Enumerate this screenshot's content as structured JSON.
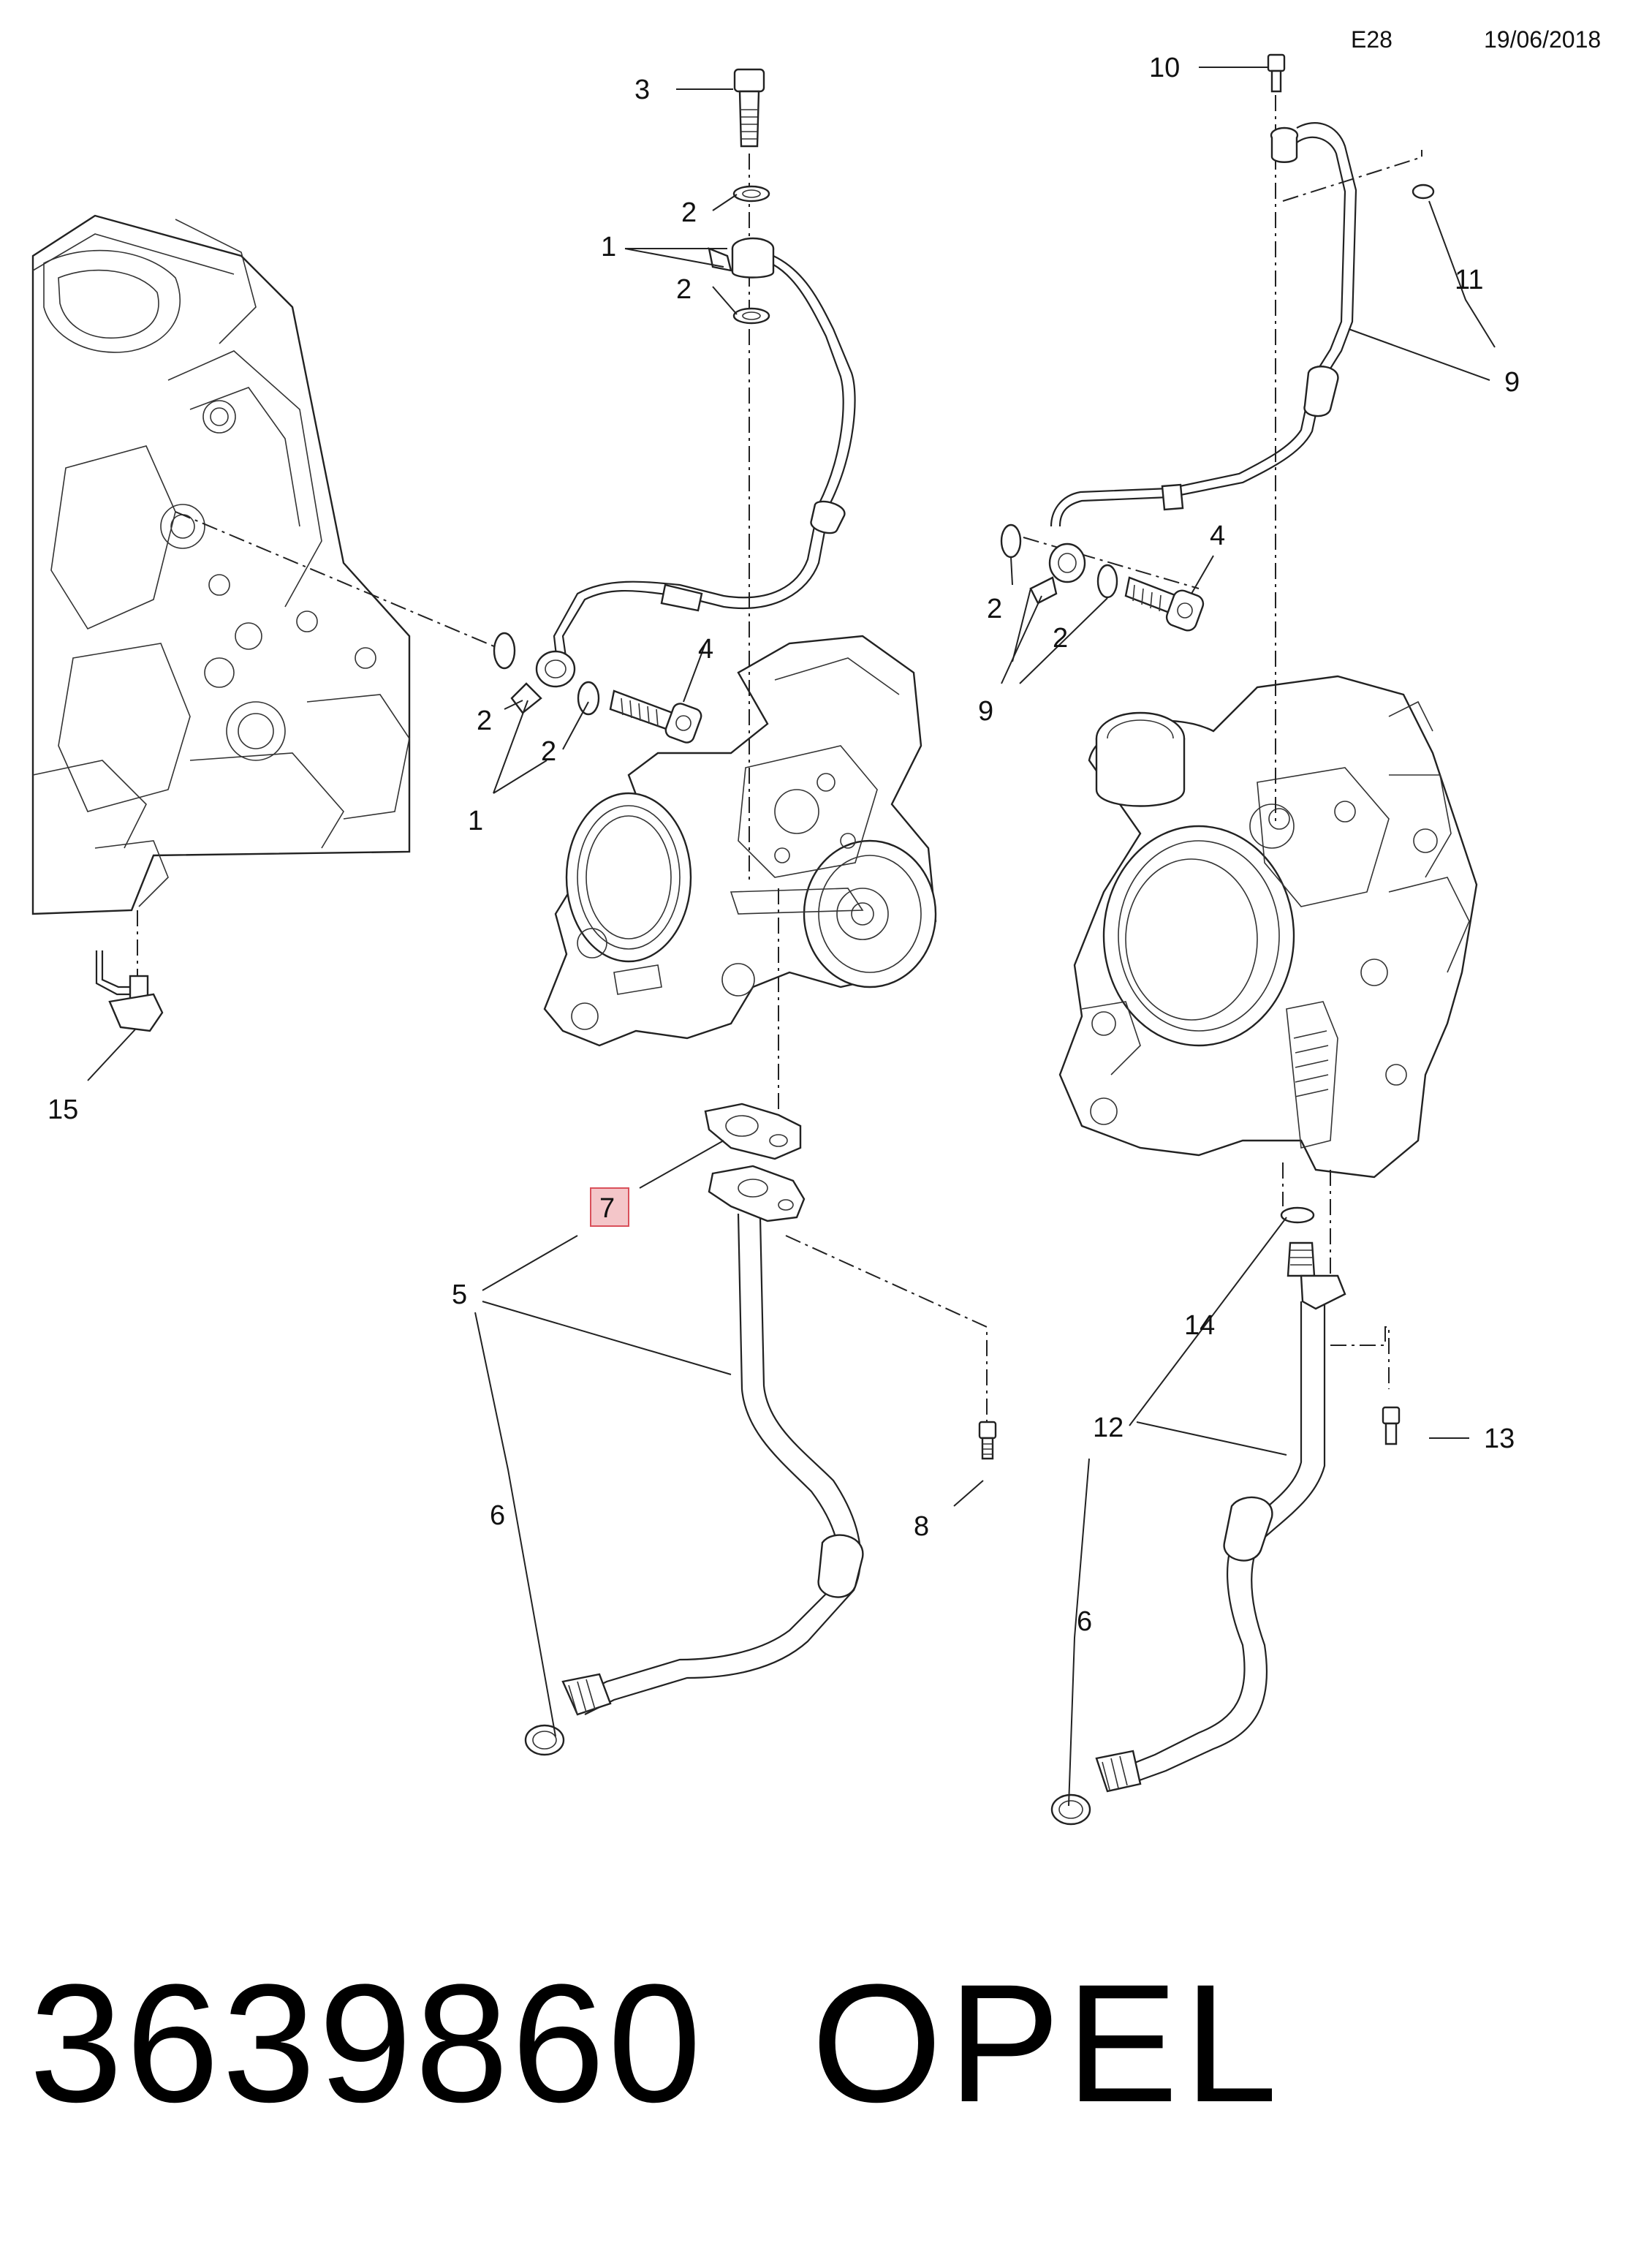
{
  "header": {
    "code": "E28",
    "date": "19/06/2018"
  },
  "callouts": {
    "c1a": "1",
    "c1b": "1",
    "c2a": "2",
    "c2b": "2",
    "c2c": "2",
    "c2d": "2",
    "c2e": "2",
    "c2f": "2",
    "c3": "3",
    "c4a": "4",
    "c4b": "4",
    "c5": "5",
    "c6a": "6",
    "c6b": "6",
    "c7": "7",
    "c8": "8",
    "c9a": "9",
    "c9b": "9",
    "c10": "10",
    "c11": "11",
    "c12": "12",
    "c13": "13",
    "c14": "14",
    "c15": "15"
  },
  "highlight": {
    "color": "#f4c6c9",
    "border": "#d9505a"
  },
  "footer": {
    "part_number": "3639860",
    "brand": "OPEL"
  }
}
